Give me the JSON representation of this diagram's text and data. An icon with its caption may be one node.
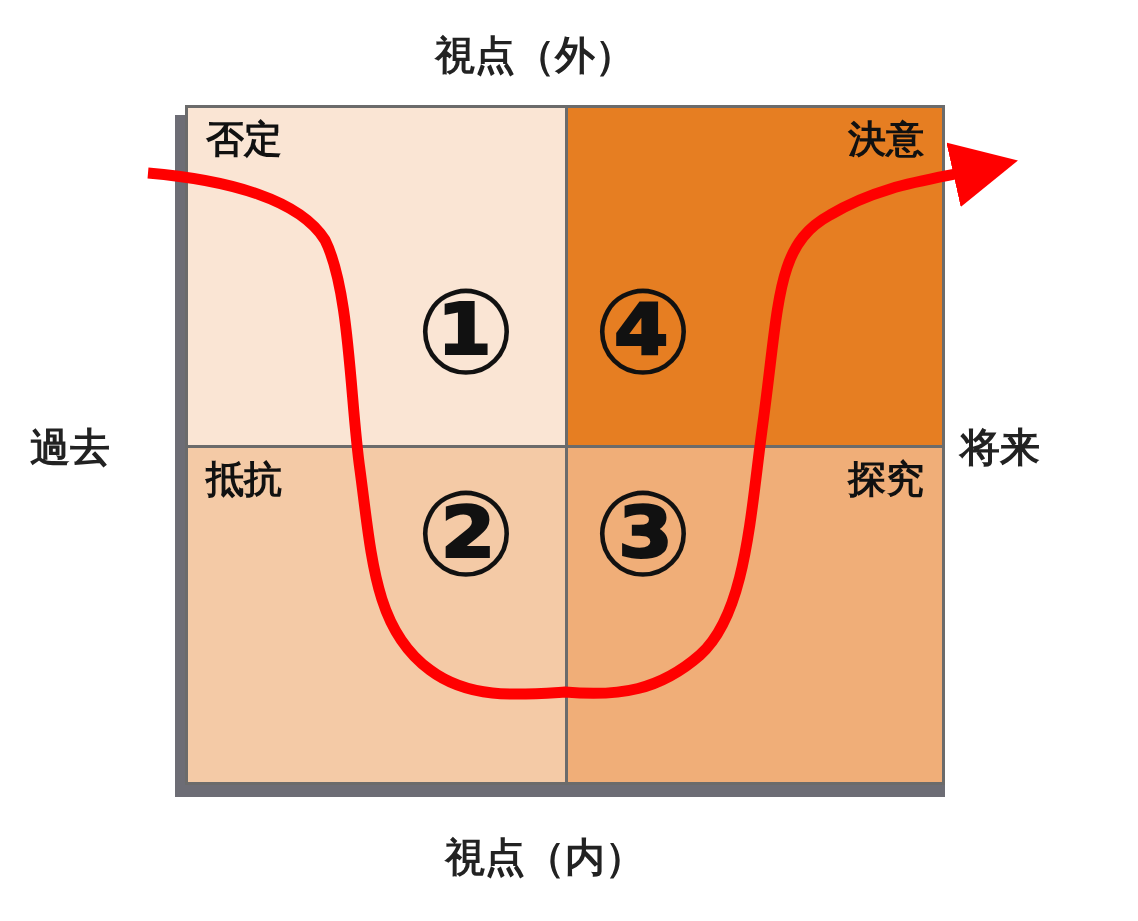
{
  "diagram": {
    "nodes": [
      {
        "text": [
          "否定",
          "①"
        ]
      },
      {
        "text": [
          "決意",
          "④"
        ]
      },
      {
        "text": [
          "抵抗",
          "②"
        ]
      },
      {
        "text": [
          "探究",
          "③"
        ]
      }
    ],
    "labels": [
      "視点（外）",
      "過去",
      "将来",
      "視点（内）"
    ]
  }
}
